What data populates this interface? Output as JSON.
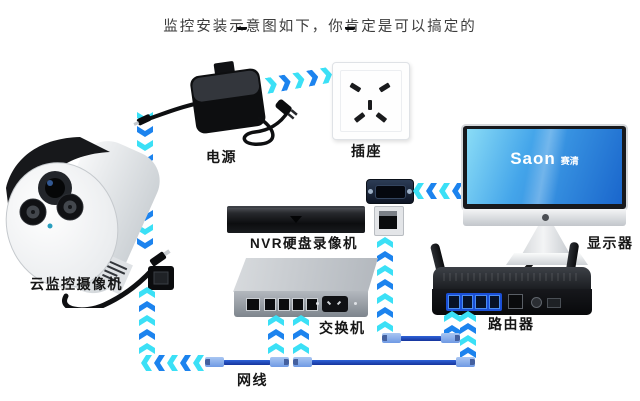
{
  "title": "监控安装示意图如下，你肯定是可以搞定的",
  "labels": {
    "camera": "云监控摄像机",
    "power": "电源",
    "socket": "插座",
    "nvr": "NVR硬盘录像机",
    "monitor": "显示器",
    "switch": "交换机",
    "router": "路由器",
    "cable": "网线"
  },
  "monitor": {
    "brand": "Saon",
    "brand_cn": "赛清"
  },
  "colors": {
    "arrow_cyan": "#3BE0F6",
    "arrow_blue": "#1C83EE",
    "cable_blue": "#2e63d8",
    "cable_dark": "#16349c",
    "connector_blue": "#6f9ae4",
    "screen_light": "#8adcf6",
    "screen_dark": "#1a66cc"
  }
}
